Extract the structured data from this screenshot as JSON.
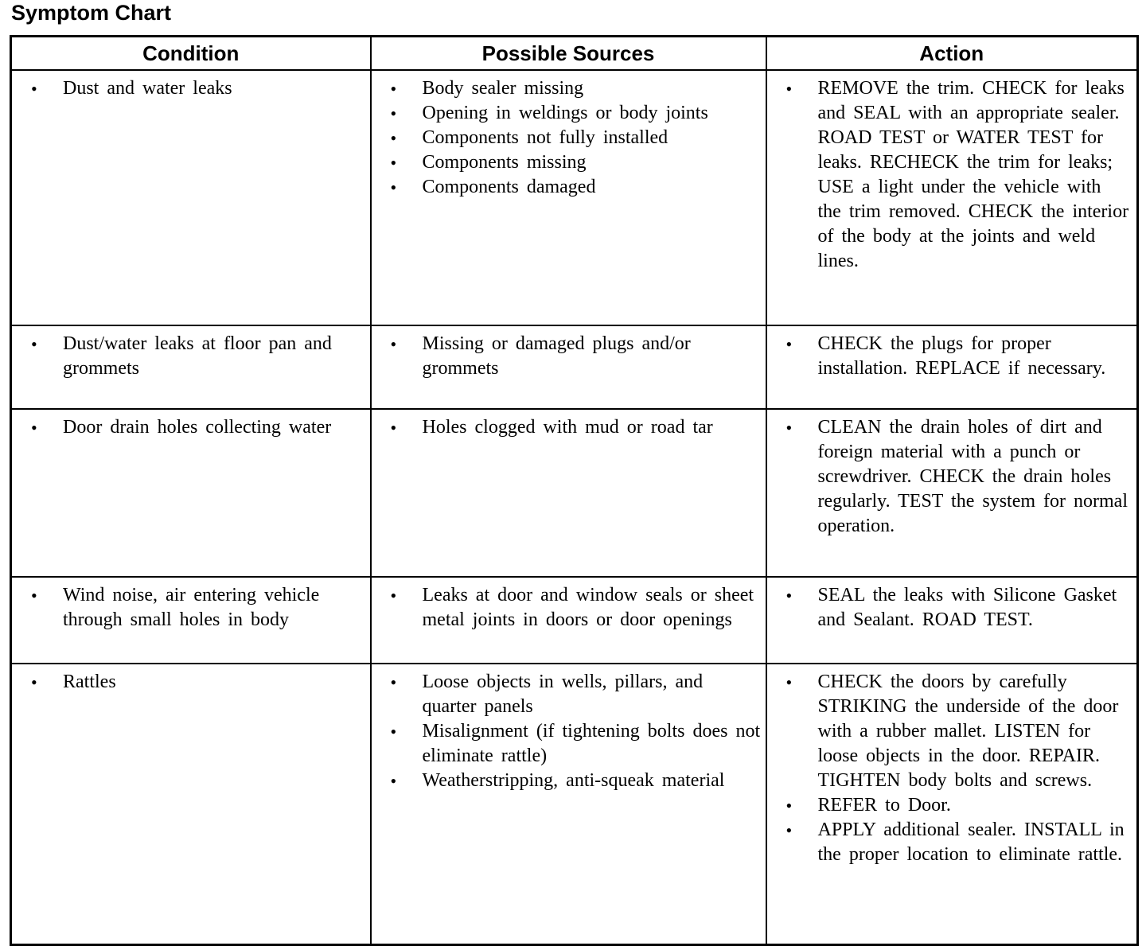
{
  "page": {
    "title": "Symptom Chart"
  },
  "icons": {
    "bullet": "•"
  },
  "colors": {
    "text": "#000000",
    "background": "#ffffff",
    "border": "#000000"
  },
  "table": {
    "headers": [
      "Condition",
      "Possible Sources",
      "Action"
    ],
    "rows": [
      {
        "condition": [
          "Dust and water leaks"
        ],
        "sources": [
          "Body sealer missing",
          "Opening in weldings or body joints",
          "Components not fully installed",
          "Components missing",
          "Components damaged"
        ],
        "action": [
          "REMOVE the trim. CHECK for leaks and SEAL with an appropriate sealer. ROAD TEST or WATER TEST for leaks. RECHECK the trim for leaks; USE a light under the vehicle with the trim removed. CHECK the interior of the body at the joints and weld lines."
        ]
      },
      {
        "condition": [
          "Dust/water leaks at floor pan and grommets"
        ],
        "sources": [
          "Missing or damaged plugs and/or grommets"
        ],
        "action": [
          "CHECK the plugs for proper installation. REPLACE if necessary."
        ]
      },
      {
        "condition": [
          "Door drain holes collecting water"
        ],
        "sources": [
          "Holes clogged with mud or road tar"
        ],
        "action": [
          "CLEAN the drain holes of dirt and foreign material with a punch or screwdriver. CHECK the drain holes regularly. TEST the system for normal operation."
        ]
      },
      {
        "condition": [
          "Wind noise, air entering vehicle through small holes in body"
        ],
        "sources": [
          "Leaks at door and window seals or sheet metal joints in doors or door openings"
        ],
        "action": [
          "SEAL the leaks with Silicone Gasket and Sealant. ROAD TEST."
        ]
      },
      {
        "condition": [
          "Rattles"
        ],
        "sources": [
          "Loose objects in wells, pillars, and quarter panels",
          "Misalignment (if tightening bolts does not eliminate rattle)",
          "Weatherstripping, anti-squeak material"
        ],
        "action": [
          "CHECK the doors by carefully STRIKING the underside of the door with a rubber mallet. LISTEN for loose objects in the door. REPAIR. TIGHTEN body bolts and screws.",
          "REFER to Door.",
          "APPLY additional sealer. INSTALL in the proper location to eliminate rattle."
        ]
      }
    ]
  }
}
